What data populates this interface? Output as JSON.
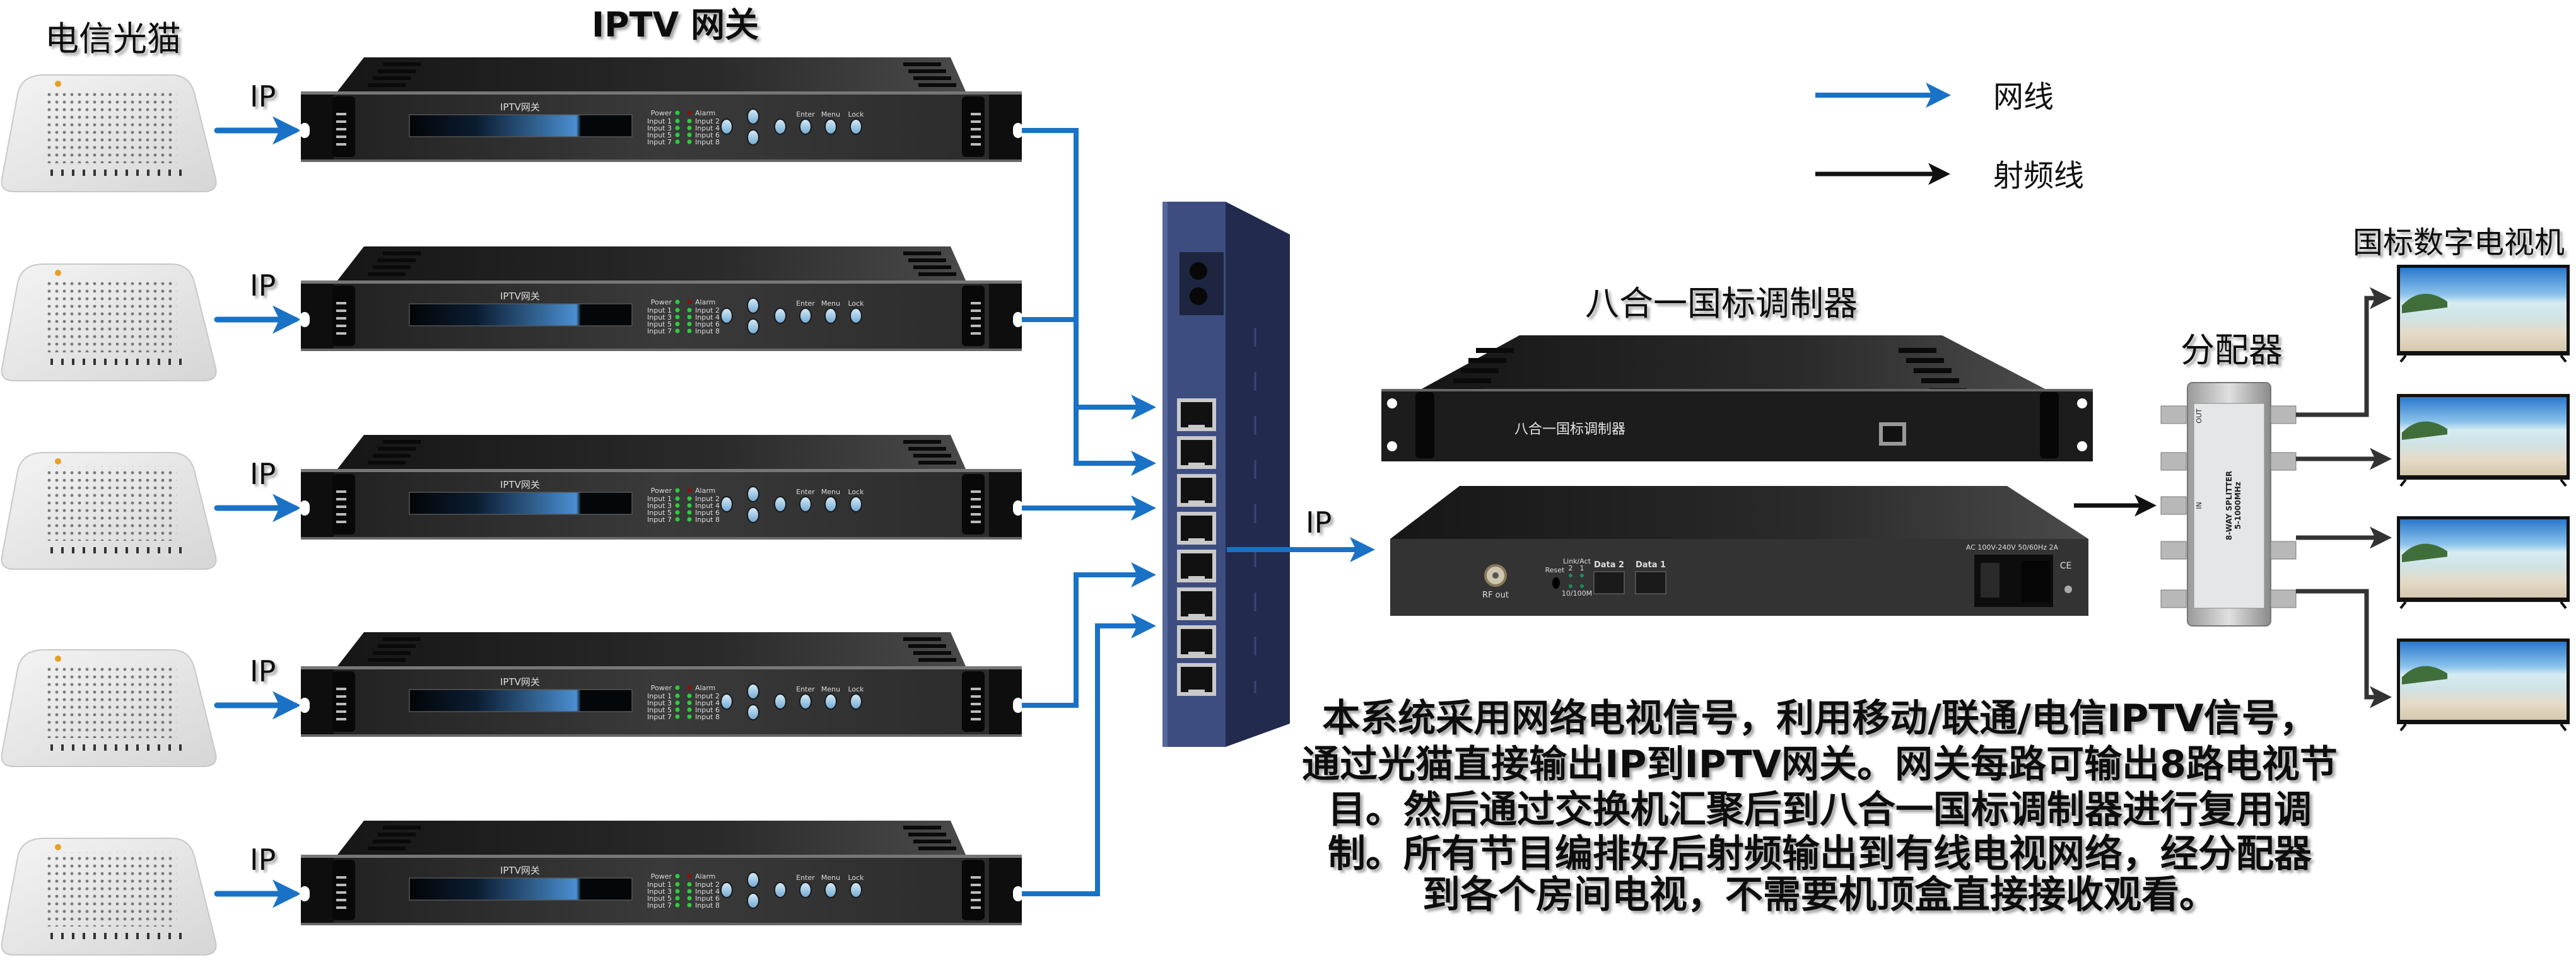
{
  "labels": {
    "modem_title": "电信光猫",
    "gateway_title": "IPTV 网关",
    "modulator_title": "八合一国标调制器",
    "splitter_title": "分配器",
    "tv_title": "国标数字电视机",
    "ip": "IP"
  },
  "legend": {
    "network_cable": "网线",
    "rf_cable": "射频线"
  },
  "gateway_panel": {
    "name": "IPTV网关",
    "leds_left": [
      "Power",
      "Input 1",
      "Input 3",
      "Input 5",
      "Input 7"
    ],
    "leds_right": [
      "Alarm",
      "Input 2",
      "Input 4",
      "Input 6",
      "Input 8"
    ],
    "buttons": [
      "Enter",
      "Menu",
      "Lock"
    ]
  },
  "modulator_front": {
    "name": "八合一国标调制器"
  },
  "modulator_rear": {
    "rf_out": "RF out",
    "reset": "Reset",
    "link_act": "Link/Act",
    "port_nums": [
      "2",
      "1"
    ],
    "speed": "10/100M",
    "data2": "Data 2",
    "data1": "Data 1",
    "power_spec": "AC 100V-240V 50/60Hz 2A",
    "ce": "CE"
  },
  "splitter": {
    "model": "8-WAY SPLITTER",
    "freq": "5-1000MHz",
    "in": "IN",
    "out": "OUT"
  },
  "description": [
    "本系统采用网络电视信号，利用移动/联通/电信IPTV信号，",
    "通过光猫直接输出IP到IPTV网关。网关每路可输出8路电视节",
    "目。然后通过交换机汇聚后到八合一国标调制器进行复用调",
    "制。所有节目编排好后射频输出到有线电视网络，经分配器",
    "到各个房间电视，不需要机顶盒直接接收观看。"
  ],
  "colors": {
    "network_cable": "#1a72c6",
    "rf_cable": "#111111"
  }
}
